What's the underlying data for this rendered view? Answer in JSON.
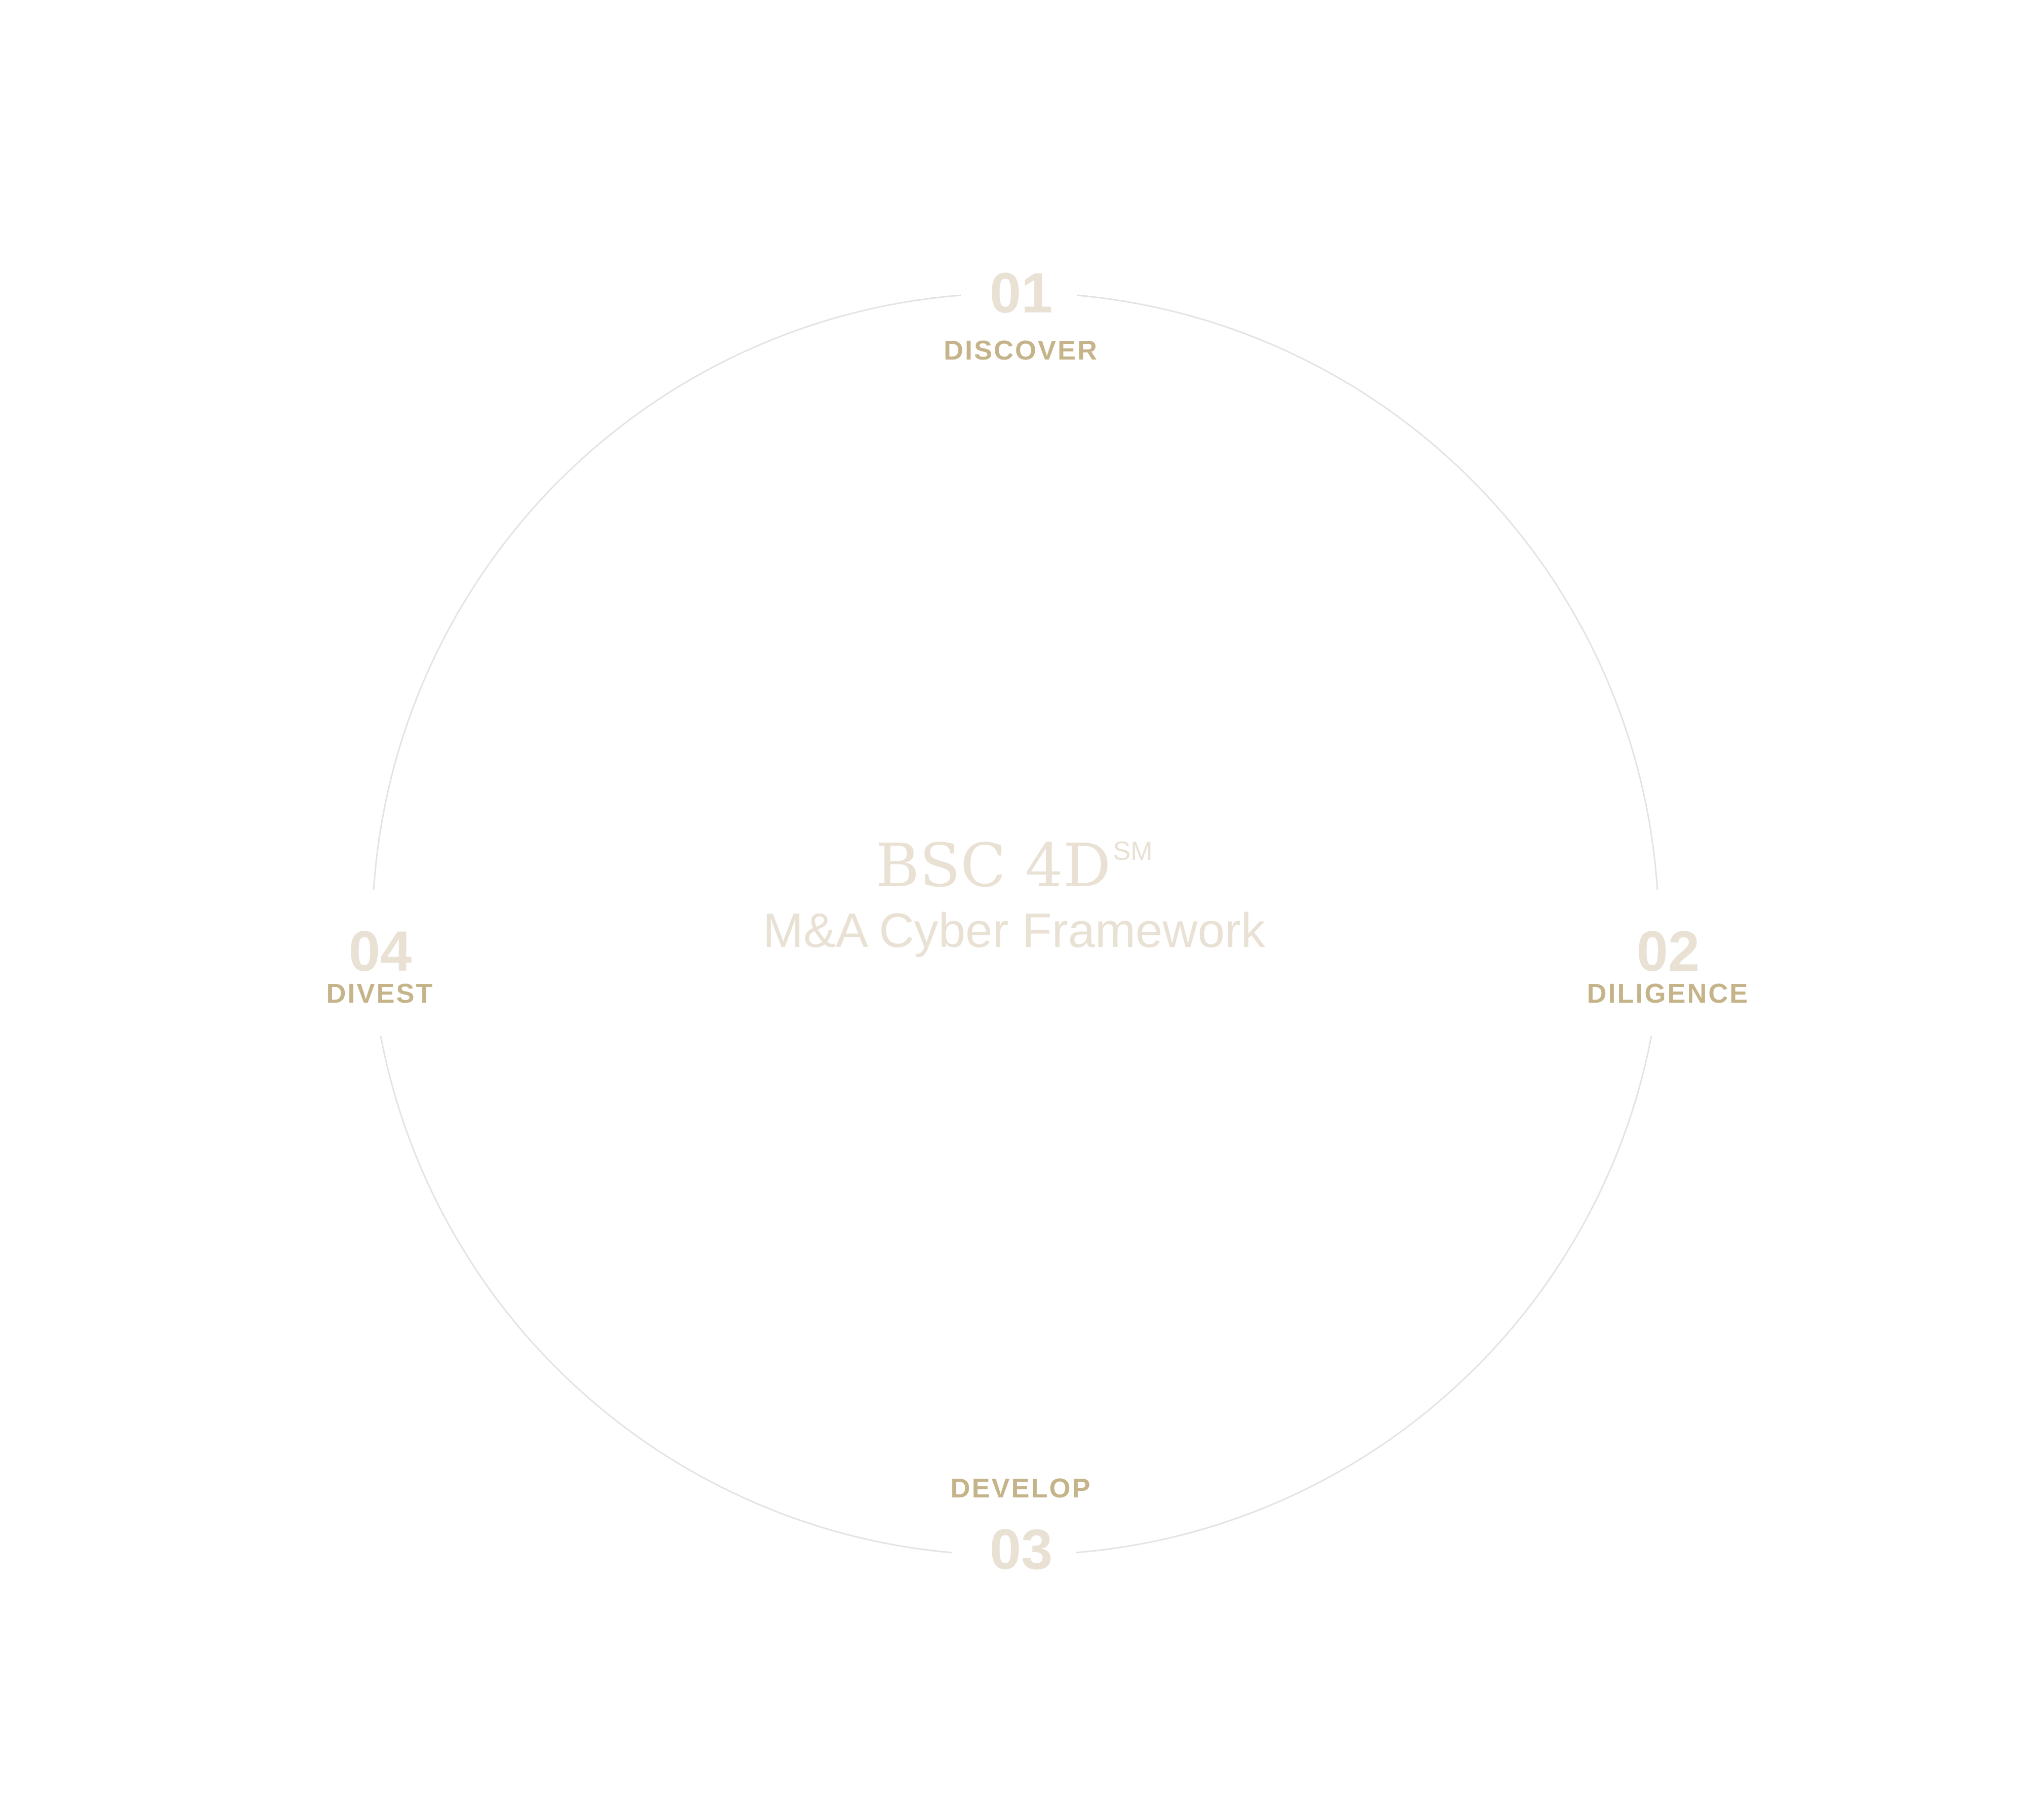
{
  "center": {
    "title": "BSC 4D",
    "title_mark": "SM",
    "subtitle": "M&A Cyber Framework"
  },
  "steps": [
    {
      "number": "01",
      "label": "DISCOVER"
    },
    {
      "number": "02",
      "label": "DILIGENCE"
    },
    {
      "number": "03",
      "label": "DEVELOP"
    },
    {
      "number": "04",
      "label": "DIVEST"
    }
  ],
  "colors": {
    "label": "#c5b38a",
    "number": "#e8e1d4",
    "center_text": "#e8e1d4",
    "ring": "#e3e3e3"
  }
}
